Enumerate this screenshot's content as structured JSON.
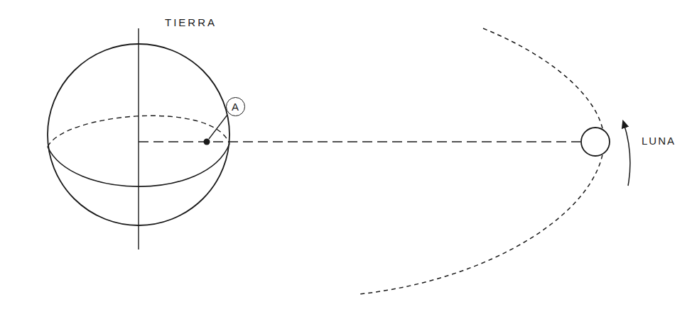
{
  "diagram": {
    "nodes": [
      {
        "text": [
          "A"
        ]
      }
    ],
    "labels": [
      "TIERRA",
      "LUNA"
    ]
  }
}
